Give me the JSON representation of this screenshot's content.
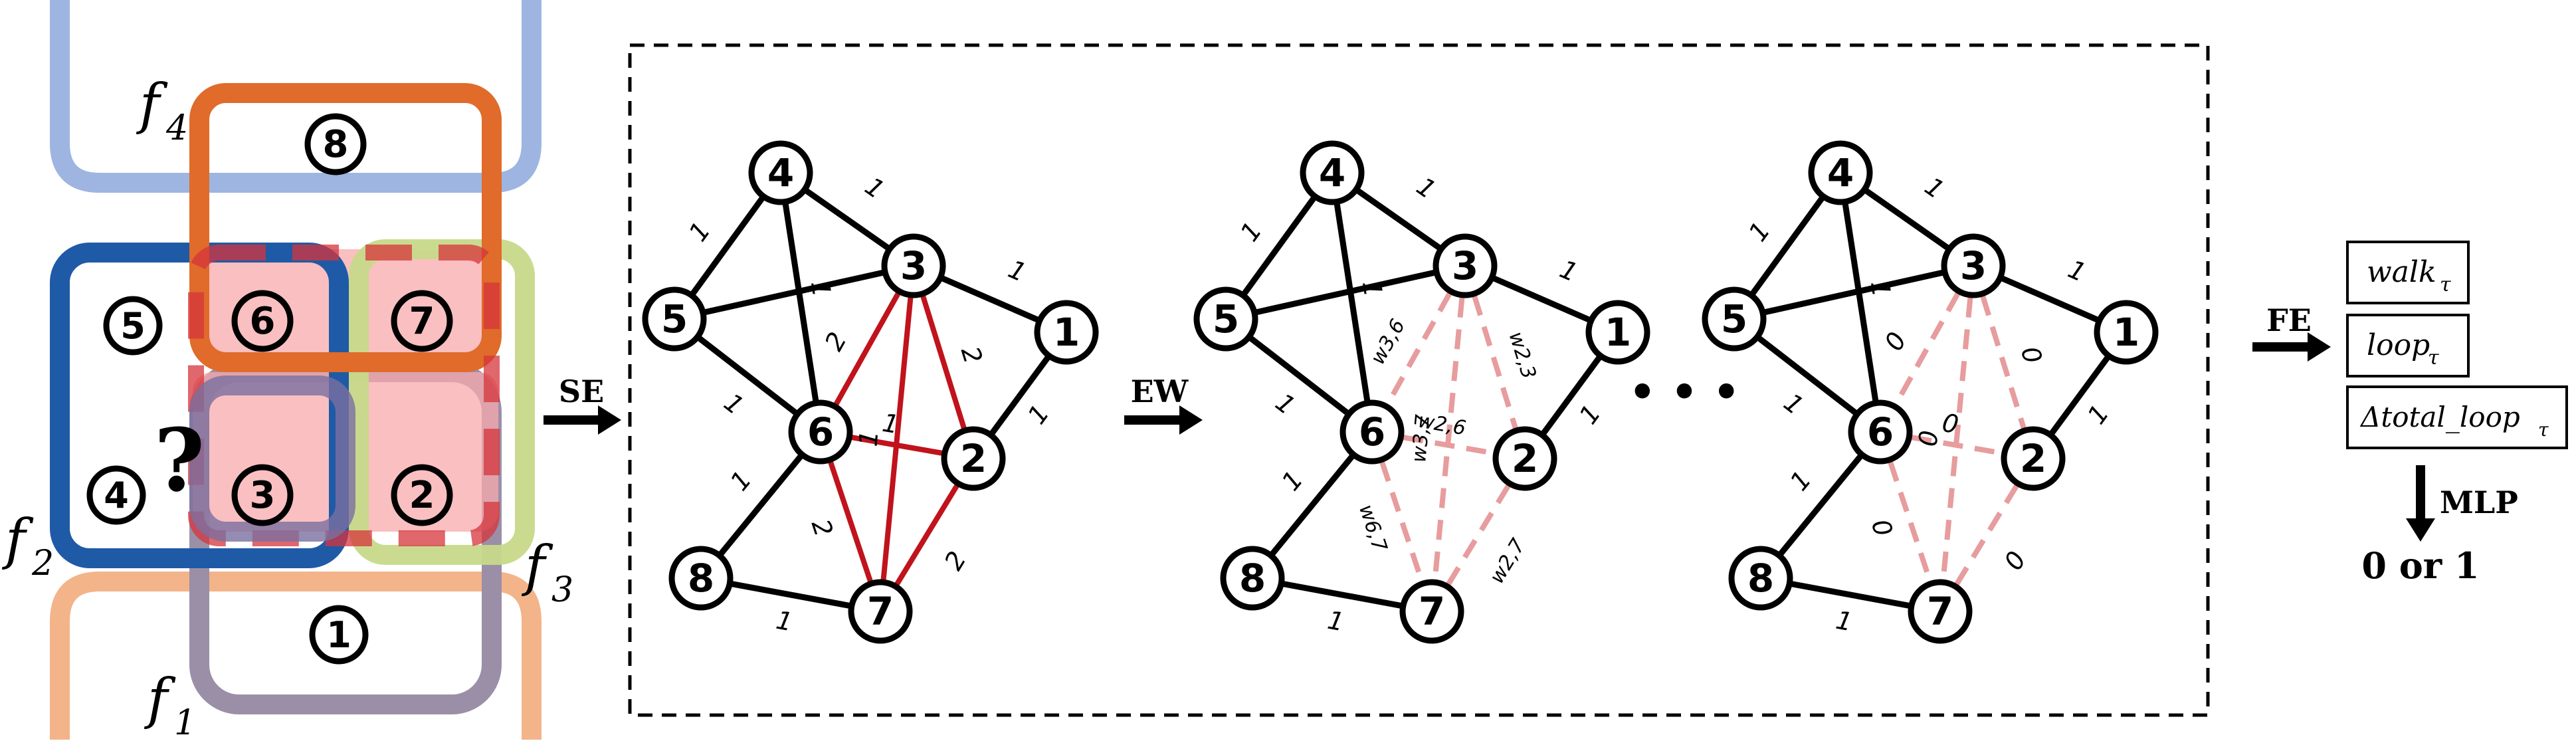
{
  "colors": {
    "f1": "#9b8fa8",
    "f2": "#1f5aa6",
    "f3": "#c7d98a",
    "f4": "#e06b2a",
    "top_blue": "#9db5e0",
    "bottom_peach": "#f3b48a",
    "purple_box": "#7a6fa0",
    "pink_fill": "#f7a9ac",
    "red_edge": "#c0131c",
    "faded_edge": "#e79c9e"
  },
  "hypergraph": {
    "labels": {
      "f1": "f",
      "f1_sub": "1",
      "f2": "f",
      "f2_sub": "2",
      "f3": "f",
      "f3_sub": "3",
      "f4": "f",
      "f4_sub": "4"
    },
    "nodes": [
      {
        "id": "n1",
        "label": "1"
      },
      {
        "id": "n2",
        "label": "2"
      },
      {
        "id": "n3",
        "label": "3"
      },
      {
        "id": "n4",
        "label": "4"
      },
      {
        "id": "n5",
        "label": "5"
      },
      {
        "id": "n6",
        "label": "6"
      },
      {
        "id": "n7",
        "label": "7"
      },
      {
        "id": "n8",
        "label": "8"
      }
    ],
    "question_mark": "?"
  },
  "arrows": {
    "se": "SE",
    "ew": "EW",
    "ellipsis": "• • •",
    "fe": "FE",
    "mlp": "MLP",
    "output": "0 or 1"
  },
  "graphs": {
    "node_labels": [
      "1",
      "2",
      "3",
      "4",
      "5",
      "6",
      "7",
      "8"
    ],
    "g1": {
      "black_weights": {
        "4-5": "1",
        "4-3": "1",
        "4-6": "1",
        "3-1": "1",
        "5-6": "1",
        "1-2": "1",
        "6-8": "1",
        "8-7": "1"
      },
      "red_weights": {
        "3-6": "2",
        "3-7": "1",
        "3-2": "2",
        "6-2": "1",
        "6-7": "2",
        "2-7": "2"
      }
    },
    "g2": {
      "black_weights": {
        "4-5": "1",
        "4-3": "1",
        "4-6": "1",
        "3-1": "1",
        "5-6": "1",
        "1-2": "1",
        "6-8": "1",
        "8-7": "1"
      },
      "ew_weights": {
        "3-6": "w3,6",
        "3-7": "w3,7",
        "3-2": "w2,3",
        "6-2": "w2,6",
        "6-7": "w6,7",
        "2-7": "w2,7"
      }
    },
    "g3": {
      "black_weights": {
        "4-5": "1",
        "4-3": "1",
        "4-6": "1",
        "3-1": "1",
        "5-6": "1",
        "1-2": "1",
        "6-8": "1",
        "8-7": "1"
      },
      "zero_weights": {
        "3-6": "0",
        "3-7": "0",
        "3-2": "0",
        "6-2": "0",
        "6-7": "0",
        "2-7": "0"
      }
    }
  },
  "features": {
    "walk": "walk",
    "walk_sub": "τ",
    "loop": "loop",
    "loop_sub": "τ",
    "total_loop": "Δtotal_loop",
    "total_loop_sub": "τ"
  }
}
